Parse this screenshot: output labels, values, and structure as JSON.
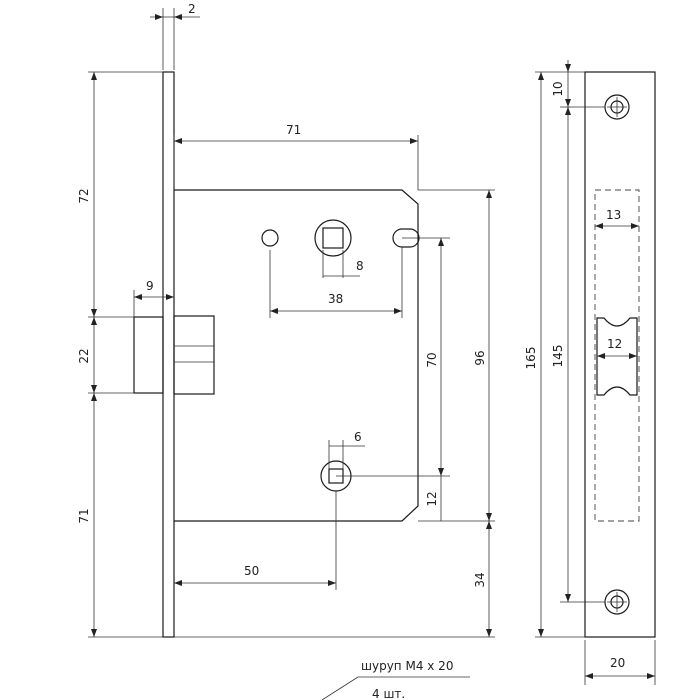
{
  "diagram": {
    "dimensions": {
      "plate_thickness": "2",
      "body_width": "71",
      "top_to_latch": "72",
      "latch_projection": "9",
      "latch_height": "22",
      "latch_to_bottom": "71",
      "spindle_square": "8",
      "spindle_to_cylinder": "38",
      "spindle_to_key": "70",
      "body_height": "96",
      "key_square": "6",
      "key_offset": "12",
      "backset": "50",
      "bottom_offset": "34",
      "plate_length": "165",
      "screw_spacing": "145",
      "screw_edge": "10",
      "slot_width": "13",
      "strike_opening": "12",
      "plate_width": "20"
    },
    "screw_note": "шуруп М4 x 20",
    "quantity_note": "4 шт."
  }
}
